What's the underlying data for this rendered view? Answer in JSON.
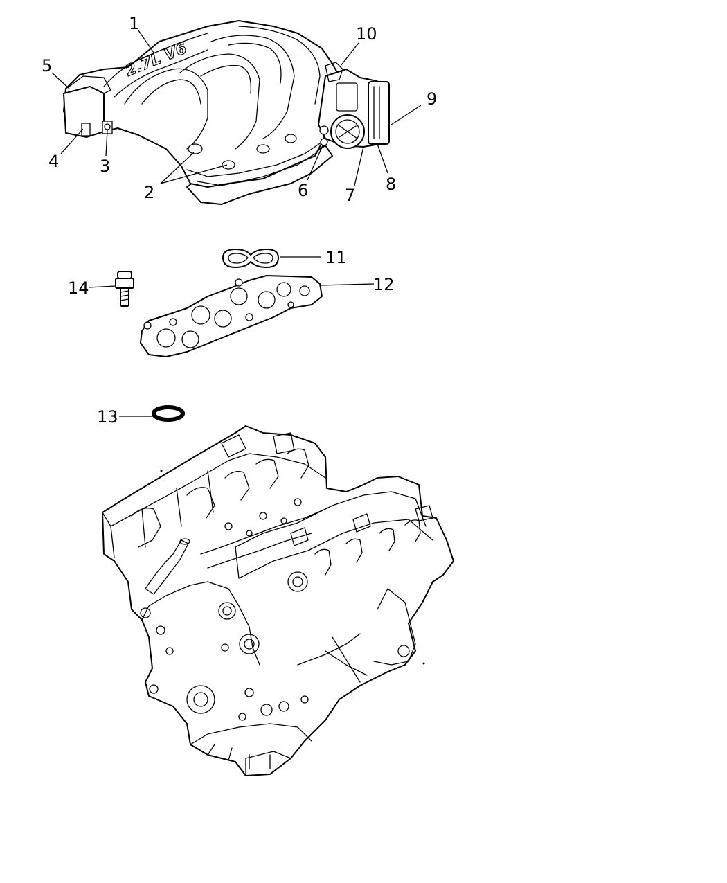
{
  "diagram": {
    "callouts": [
      "1",
      "2",
      "3",
      "4",
      "5",
      "6",
      "7",
      "8",
      "9",
      "10",
      "11",
      "12",
      "13",
      "14"
    ],
    "manifold_logo": "2.7L V6"
  }
}
